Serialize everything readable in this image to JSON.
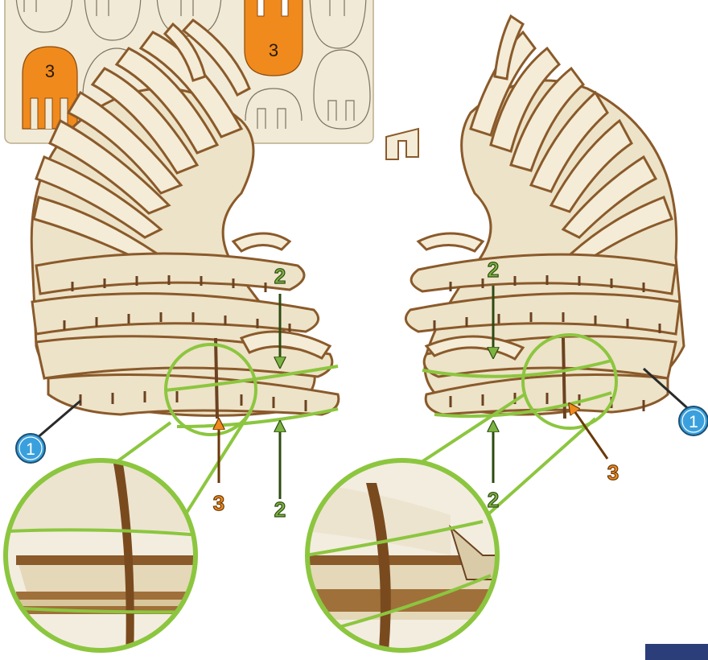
{
  "colors": {
    "plywood": "#ede3c8",
    "plywood_light": "#f4ecd6",
    "plywood_edge": "#8a5a2b",
    "plywood_edge_dark": "#6b4220",
    "sheet_bg": "#f1ead6",
    "sheet_border": "#b9ad8c",
    "highlight_orange": "#f08a1d",
    "callout_green": "#8cc63f",
    "arrow_green": "#7cb342",
    "arrow_orange": "#f08a1d",
    "leader_dark": "#2a2a2a",
    "badge_blue": "#3aa0dd",
    "corner_bar": "#2c3e7a"
  },
  "parts_sheet": {
    "highlighted_part_label": "3",
    "highlighted_part_label_2": "3"
  },
  "callouts": {
    "left_badge": "1",
    "right_badge": "1",
    "left_label_2": "2",
    "left_label_2_bottom": "2",
    "left_label_3": "3",
    "right_label_2": "2",
    "right_label_2_bottom": "2",
    "right_label_3": "3"
  },
  "icons": {
    "badge": "numbered-circle-icon",
    "arrow": "arrow-icon"
  }
}
